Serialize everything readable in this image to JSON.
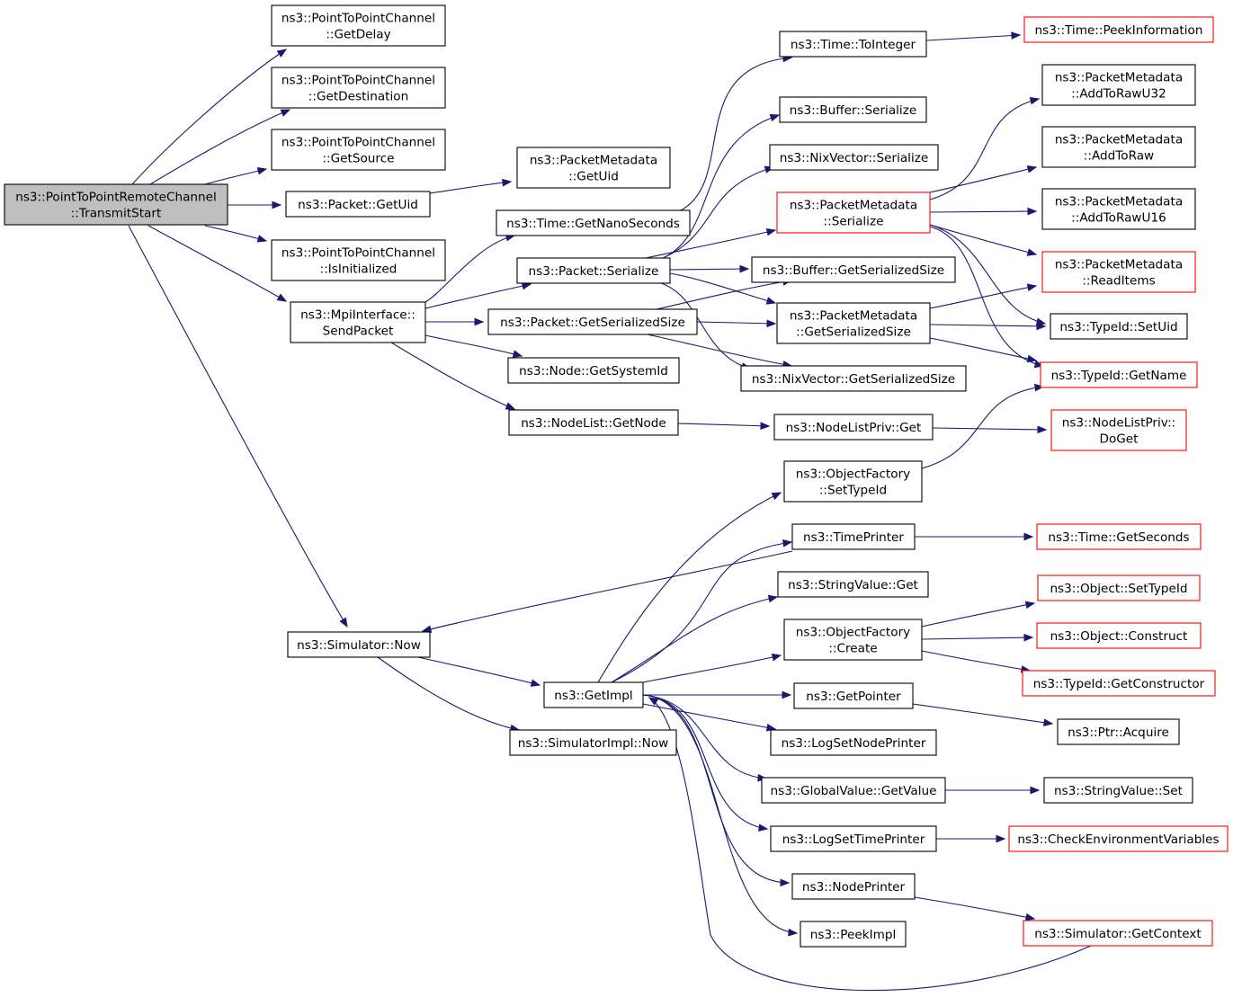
{
  "graph": {
    "nodes": {
      "n0": {
        "lines": [
          "ns3::PointToPointRemoteChannel",
          "::TransmitStart"
        ],
        "border": "#000000",
        "fill": "#bfbfbf",
        "role": "root"
      },
      "n1": {
        "lines": [
          "ns3::PointToPointChannel",
          "::GetDelay"
        ],
        "border": "#000000",
        "fill": "#ffffff"
      },
      "n2": {
        "lines": [
          "ns3::PointToPointChannel",
          "::GetDestination"
        ],
        "border": "#000000",
        "fill": "#ffffff"
      },
      "n3": {
        "lines": [
          "ns3::PointToPointChannel",
          "::GetSource"
        ],
        "border": "#000000",
        "fill": "#ffffff"
      },
      "n4": {
        "lines": [
          "ns3::Packet::GetUid"
        ],
        "border": "#000000",
        "fill": "#ffffff"
      },
      "n5": {
        "lines": [
          "ns3::PointToPointChannel",
          "::IsInitialized"
        ],
        "border": "#000000",
        "fill": "#ffffff"
      },
      "n6": {
        "lines": [
          "ns3::MpiInterface::",
          "SendPacket"
        ],
        "border": "#000000",
        "fill": "#ffffff"
      },
      "n7": {
        "lines": [
          "ns3::Simulator::Now"
        ],
        "border": "#000000",
        "fill": "#ffffff"
      },
      "n8": {
        "lines": [
          "ns3::PacketMetadata",
          "::GetUid"
        ],
        "border": "#000000",
        "fill": "#ffffff"
      },
      "n9": {
        "lines": [
          "ns3::Time::GetNanoSeconds"
        ],
        "border": "#000000",
        "fill": "#ffffff"
      },
      "n10": {
        "lines": [
          "ns3::Packet::Serialize"
        ],
        "border": "#000000",
        "fill": "#ffffff"
      },
      "n11": {
        "lines": [
          "ns3::Packet::GetSerializedSize"
        ],
        "border": "#000000",
        "fill": "#ffffff"
      },
      "n12": {
        "lines": [
          "ns3::Node::GetSystemId"
        ],
        "border": "#000000",
        "fill": "#ffffff"
      },
      "n13": {
        "lines": [
          "ns3::NodeList::GetNode"
        ],
        "border": "#000000",
        "fill": "#ffffff"
      },
      "n14": {
        "lines": [
          "ns3::Time::ToInteger"
        ],
        "border": "#000000",
        "fill": "#ffffff"
      },
      "n15": {
        "lines": [
          "ns3::Buffer::Serialize"
        ],
        "border": "#000000",
        "fill": "#ffffff"
      },
      "n16": {
        "lines": [
          "ns3::NixVector::Serialize"
        ],
        "border": "#000000",
        "fill": "#ffffff"
      },
      "n17": {
        "lines": [
          "ns3::PacketMetadata",
          "::Serialize"
        ],
        "border": "#ff0000",
        "fill": "#ffffff"
      },
      "n18": {
        "lines": [
          "ns3::Buffer::GetSerializedSize"
        ],
        "border": "#000000",
        "fill": "#ffffff"
      },
      "n19": {
        "lines": [
          "ns3::PacketMetadata",
          "::GetSerializedSize"
        ],
        "border": "#000000",
        "fill": "#ffffff"
      },
      "n20": {
        "lines": [
          "ns3::NixVector::GetSerializedSize"
        ],
        "border": "#000000",
        "fill": "#ffffff"
      },
      "n21": {
        "lines": [
          "ns3::NodeListPriv::Get"
        ],
        "border": "#000000",
        "fill": "#ffffff"
      },
      "n22": {
        "lines": [
          "ns3::Time::PeekInformation"
        ],
        "border": "#ff0000",
        "fill": "#ffffff"
      },
      "n23": {
        "lines": [
          "ns3::PacketMetadata",
          "::AddToRawU32"
        ],
        "border": "#000000",
        "fill": "#ffffff"
      },
      "n24": {
        "lines": [
          "ns3::PacketMetadata",
          "::AddToRaw"
        ],
        "border": "#000000",
        "fill": "#ffffff"
      },
      "n25": {
        "lines": [
          "ns3::PacketMetadata",
          "::AddToRawU16"
        ],
        "border": "#000000",
        "fill": "#ffffff"
      },
      "n26": {
        "lines": [
          "ns3::PacketMetadata",
          "::ReadItems"
        ],
        "border": "#ff0000",
        "fill": "#ffffff"
      },
      "n27": {
        "lines": [
          "ns3::TypeId::SetUid"
        ],
        "border": "#000000",
        "fill": "#ffffff"
      },
      "n28": {
        "lines": [
          "ns3::TypeId::GetName"
        ],
        "border": "#ff0000",
        "fill": "#ffffff"
      },
      "n29": {
        "lines": [
          "ns3::NodeListPriv::",
          "DoGet"
        ],
        "border": "#ff0000",
        "fill": "#ffffff"
      },
      "n30": {
        "lines": [
          "ns3::ObjectFactory",
          "::SetTypeId"
        ],
        "border": "#000000",
        "fill": "#ffffff"
      },
      "n31": {
        "lines": [
          "ns3::TimePrinter"
        ],
        "border": "#000000",
        "fill": "#ffffff"
      },
      "n32": {
        "lines": [
          "ns3::StringValue::Get"
        ],
        "border": "#000000",
        "fill": "#ffffff"
      },
      "n33": {
        "lines": [
          "ns3::ObjectFactory",
          "::Create"
        ],
        "border": "#000000",
        "fill": "#ffffff"
      },
      "n34": {
        "lines": [
          "ns3::GetImpl"
        ],
        "border": "#000000",
        "fill": "#ffffff"
      },
      "n35": {
        "lines": [
          "ns3::SimulatorImpl::Now"
        ],
        "border": "#000000",
        "fill": "#ffffff"
      },
      "n36": {
        "lines": [
          "ns3::GetPointer"
        ],
        "border": "#000000",
        "fill": "#ffffff"
      },
      "n37": {
        "lines": [
          "ns3::LogSetNodePrinter"
        ],
        "border": "#000000",
        "fill": "#ffffff"
      },
      "n38": {
        "lines": [
          "ns3::GlobalValue::GetValue"
        ],
        "border": "#000000",
        "fill": "#ffffff"
      },
      "n39": {
        "lines": [
          "ns3::LogSetTimePrinter"
        ],
        "border": "#000000",
        "fill": "#ffffff"
      },
      "n40": {
        "lines": [
          "ns3::NodePrinter"
        ],
        "border": "#000000",
        "fill": "#ffffff"
      },
      "n41": {
        "lines": [
          "ns3::PeekImpl"
        ],
        "border": "#000000",
        "fill": "#ffffff"
      },
      "n42": {
        "lines": [
          "ns3::Time::GetSeconds"
        ],
        "border": "#ff0000",
        "fill": "#ffffff"
      },
      "n43": {
        "lines": [
          "ns3::Object::SetTypeId"
        ],
        "border": "#ff0000",
        "fill": "#ffffff"
      },
      "n44": {
        "lines": [
          "ns3::Object::Construct"
        ],
        "border": "#ff0000",
        "fill": "#ffffff"
      },
      "n45": {
        "lines": [
          "ns3::TypeId::GetConstructor"
        ],
        "border": "#ff0000",
        "fill": "#ffffff"
      },
      "n46": {
        "lines": [
          "ns3::Ptr::Acquire"
        ],
        "border": "#000000",
        "fill": "#ffffff"
      },
      "n47": {
        "lines": [
          "ns3::StringValue::Set"
        ],
        "border": "#000000",
        "fill": "#ffffff"
      },
      "n48": {
        "lines": [
          "ns3::CheckEnvironmentVariables"
        ],
        "border": "#ff0000",
        "fill": "#ffffff"
      },
      "n49": {
        "lines": [
          "ns3::Simulator::GetContext"
        ],
        "border": "#ff0000",
        "fill": "#ffffff"
      }
    },
    "edges": [
      {
        "from": "n0",
        "to": "n1"
      },
      {
        "from": "n0",
        "to": "n2"
      },
      {
        "from": "n0",
        "to": "n3"
      },
      {
        "from": "n0",
        "to": "n4"
      },
      {
        "from": "n0",
        "to": "n5"
      },
      {
        "from": "n0",
        "to": "n6"
      },
      {
        "from": "n0",
        "to": "n7"
      },
      {
        "from": "n4",
        "to": "n8"
      },
      {
        "from": "n6",
        "to": "n9"
      },
      {
        "from": "n6",
        "to": "n10"
      },
      {
        "from": "n6",
        "to": "n11"
      },
      {
        "from": "n6",
        "to": "n12"
      },
      {
        "from": "n6",
        "to": "n13"
      },
      {
        "from": "n9",
        "to": "n14"
      },
      {
        "from": "n10",
        "to": "n15"
      },
      {
        "from": "n10",
        "to": "n16"
      },
      {
        "from": "n10",
        "to": "n17"
      },
      {
        "from": "n10",
        "to": "n18"
      },
      {
        "from": "n10",
        "to": "n19"
      },
      {
        "from": "n10",
        "to": "n20"
      },
      {
        "from": "n11",
        "to": "n18"
      },
      {
        "from": "n11",
        "to": "n19"
      },
      {
        "from": "n11",
        "to": "n20"
      },
      {
        "from": "n13",
        "to": "n21"
      },
      {
        "from": "n14",
        "to": "n22"
      },
      {
        "from": "n17",
        "to": "n23"
      },
      {
        "from": "n17",
        "to": "n24"
      },
      {
        "from": "n17",
        "to": "n25"
      },
      {
        "from": "n17",
        "to": "n26"
      },
      {
        "from": "n17",
        "to": "n27"
      },
      {
        "from": "n17",
        "to": "n28"
      },
      {
        "from": "n19",
        "to": "n26"
      },
      {
        "from": "n19",
        "to": "n27"
      },
      {
        "from": "n19",
        "to": "n28"
      },
      {
        "from": "n21",
        "to": "n29"
      },
      {
        "from": "n30",
        "to": "n28"
      },
      {
        "from": "n31",
        "to": "n7"
      },
      {
        "from": "n31",
        "to": "n42"
      },
      {
        "from": "n33",
        "to": "n43"
      },
      {
        "from": "n33",
        "to": "n44"
      },
      {
        "from": "n33",
        "to": "n45"
      },
      {
        "from": "n7",
        "to": "n34"
      },
      {
        "from": "n7",
        "to": "n35"
      },
      {
        "from": "n34",
        "to": "n30"
      },
      {
        "from": "n34",
        "to": "n31"
      },
      {
        "from": "n34",
        "to": "n32"
      },
      {
        "from": "n34",
        "to": "n33"
      },
      {
        "from": "n34",
        "to": "n36"
      },
      {
        "from": "n34",
        "to": "n37"
      },
      {
        "from": "n34",
        "to": "n38"
      },
      {
        "from": "n34",
        "to": "n39"
      },
      {
        "from": "n34",
        "to": "n40"
      },
      {
        "from": "n34",
        "to": "n41"
      },
      {
        "from": "n36",
        "to": "n46"
      },
      {
        "from": "n38",
        "to": "n47"
      },
      {
        "from": "n39",
        "to": "n48"
      },
      {
        "from": "n40",
        "to": "n49"
      },
      {
        "from": "n49",
        "to": "n34"
      }
    ]
  }
}
